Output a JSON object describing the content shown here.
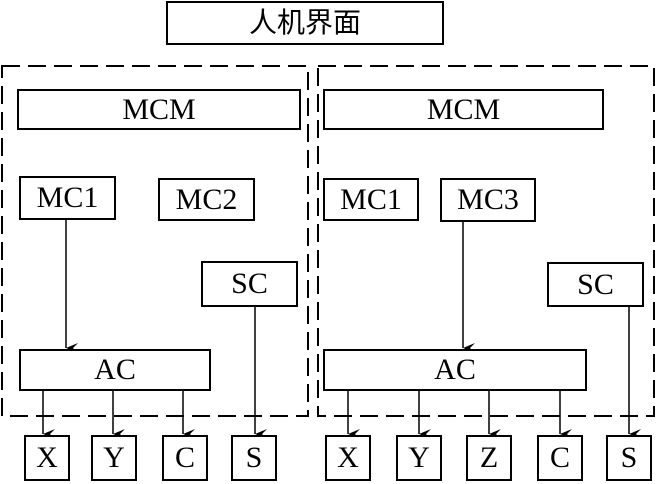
{
  "title": "人机界面",
  "left_group": {
    "mcm": "MCM",
    "mc1": "MC1",
    "mc2": "MC2",
    "sc": "SC",
    "ac": "AC",
    "outputs": [
      "X",
      "Y",
      "C",
      "S"
    ]
  },
  "right_group": {
    "mcm": "MCM",
    "mc1": "MC1",
    "mc3": "MC3",
    "sc": "SC",
    "ac": "AC",
    "outputs": [
      "X",
      "Y",
      "Z",
      "C",
      "S"
    ]
  }
}
